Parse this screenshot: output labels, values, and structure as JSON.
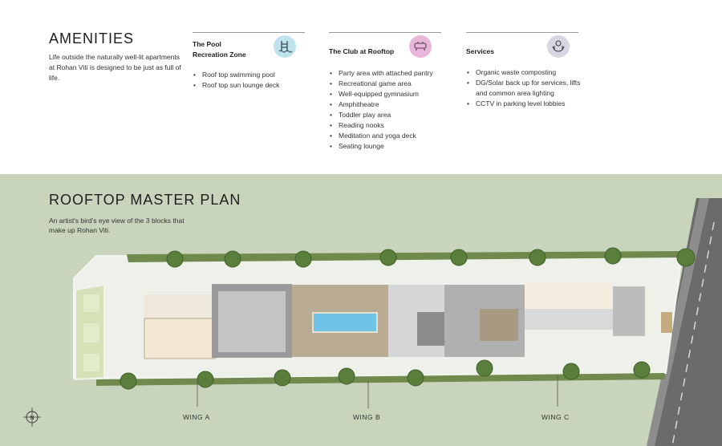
{
  "amenities": {
    "title": "AMENITIES",
    "description": "Life outside the naturally well-lit apartments at Rohan Viti is designed to be just as full of life.",
    "columns": [
      {
        "title_line1": "The Pool",
        "title_line2": "Recreation Zone",
        "icon": "pool-ladder-icon",
        "icon_color": "#bfe3ec",
        "items": [
          "Roof top swimming pool",
          "Roof top sun lounge deck"
        ]
      },
      {
        "title_line1": "The Club at Rooftop",
        "title_line2": "",
        "icon": "club-icon",
        "icon_color": "#e8b6d8",
        "items": [
          "Party area with attached pantry",
          "Recreational game area",
          "Well-equipped gymnasium",
          "Amphitheatre",
          "Toddler play area",
          "Reading nooks",
          "Meditation and yoga deck",
          "Seating lounge"
        ]
      },
      {
        "title_line1": "Services",
        "title_line2": "",
        "icon": "services-hands-icon",
        "icon_color": "#d9d6e4",
        "items": [
          "Organic waste composting",
          "DG/Solar back up for services, lifts and common area lighting",
          "CCTV in parking level lobbies"
        ]
      }
    ]
  },
  "plan": {
    "title": "ROOFTOP MASTER PLAN",
    "description": "An artist's bird's eye view of the 3 blocks that make up Rohan Viti.",
    "wings": [
      "WING A",
      "WING B",
      "WING C"
    ],
    "compass_label": "N"
  },
  "colors": {
    "plan_background": "#c9d4bd",
    "pool": "#6fc3e6",
    "deck": "#c79a6a",
    "road": "#6b6b6b"
  }
}
